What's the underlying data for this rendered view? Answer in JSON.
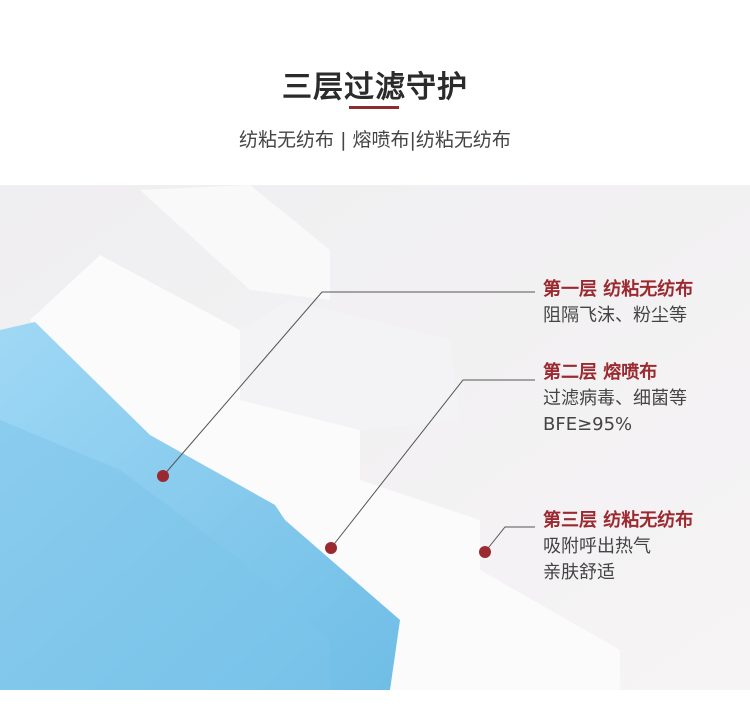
{
  "header": {
    "title": "三层过滤守护",
    "subtitle": "纺粘无纺布 | 熔喷布|纺粘无纺布"
  },
  "colors": {
    "accent": "#9b2a30",
    "mask_blue": "#8fd0f0"
  },
  "layers": [
    {
      "title": "第一层 纺粘无纺布",
      "lines": [
        "阻隔飞沫、粉尘等"
      ]
    },
    {
      "title": "第二层 熔喷布",
      "lines": [
        "过滤病毒、细菌等",
        "BFE≥95%"
      ]
    },
    {
      "title": "第三层 纺粘无纺布",
      "lines": [
        "吸附呼出热气",
        "亲肤舒适"
      ]
    }
  ]
}
